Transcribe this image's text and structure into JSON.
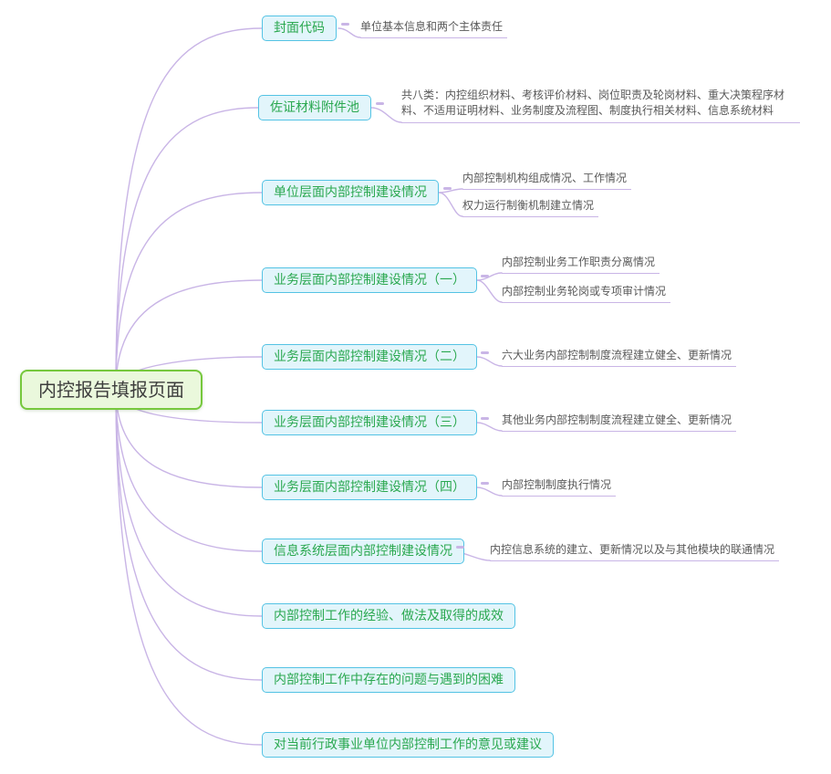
{
  "root": {
    "label": "内控报告填报页面"
  },
  "branches": [
    {
      "label": "封面代码",
      "children": [
        "单位基本信息和两个主体责任"
      ]
    },
    {
      "label": "佐证材料附件池",
      "children": [
        "共八类：内控组织材料、考核评价材料、岗位职责及轮岗材料、重大决策程序材料、不适用证明材料、业务制度及流程图、制度执行相关材料、信息系统材料"
      ]
    },
    {
      "label": "单位层面内部控制建设情况",
      "children": [
        "内部控制机构组成情况、工作情况",
        "权力运行制衡机制建立情况"
      ]
    },
    {
      "label": "业务层面内部控制建设情况（一）",
      "children": [
        "内部控制业务工作职责分离情况",
        "内部控制业务轮岗或专项审计情况"
      ]
    },
    {
      "label": "业务层面内部控制建设情况（二）",
      "children": [
        "六大业务内部控制制度流程建立健全、更新情况"
      ]
    },
    {
      "label": "业务层面内部控制建设情况（三）",
      "children": [
        "其他业务内部控制制度流程建立健全、更新情况"
      ]
    },
    {
      "label": "业务层面内部控制建设情况（四）",
      "children": [
        "内部控制制度执行情况"
      ]
    },
    {
      "label": "信息系统层面内部控制建设情况",
      "children": [
        "内控信息系统的建立、更新情况以及与其他模块的联通情况"
      ]
    },
    {
      "label": "内部控制工作的经验、做法及取得的成效",
      "children": []
    },
    {
      "label": "内部控制工作中存在的问题与遇到的困难",
      "children": []
    },
    {
      "label": "对当前行政事业单位内部控制工作的意见或建议",
      "children": []
    }
  ],
  "colors": {
    "canvas-bg": "#ffffff",
    "line": "#c9b5e6",
    "root-bg": "#eaf8dc",
    "root-border": "#76c83d",
    "root-text": "#3d3d3d",
    "branch-bg": "#e2f5fb",
    "branch-border": "#54c3e4",
    "branch-text": "#2aa84f",
    "leaf-text": "#595959"
  }
}
